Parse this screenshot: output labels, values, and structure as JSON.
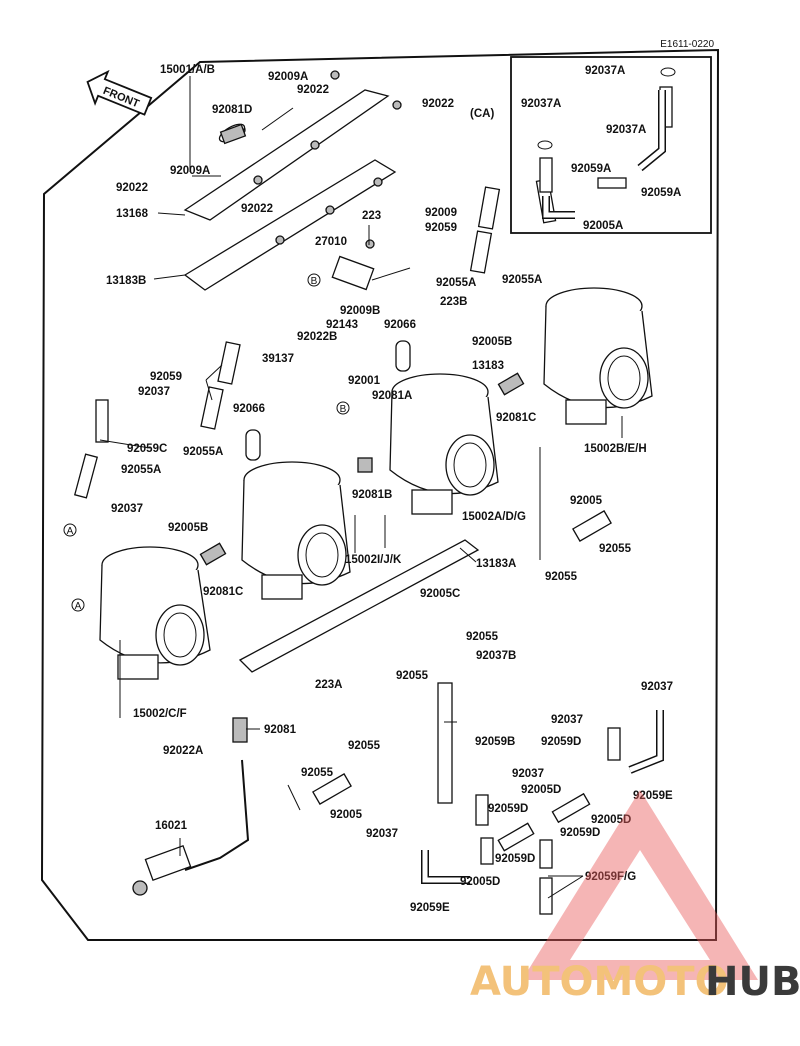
{
  "diagram": {
    "reference_code": "E1611-0220",
    "front_label": "FRONT",
    "inset_label": "(CA)",
    "circle_marker_a": "A",
    "circle_marker_b": "B",
    "parts": {
      "p15001": "15001/A/B",
      "p92009A_top": "92009A",
      "p92022_a": "92022",
      "p92022_b": "92022",
      "p92081D": "92081D",
      "p92009A_left": "92009A",
      "p92022_c": "92022",
      "p13168": "13168",
      "p92022_d": "92022",
      "p92009": "92009",
      "p223": "223",
      "p92059_upper": "92059",
      "p27010": "27010",
      "p13183B": "13183B",
      "p92009B": "92009B",
      "p92055A_1": "92055A",
      "p92055A_2": "92055A",
      "p223B": "223B",
      "p92143": "92143",
      "p92066_a": "92066",
      "p92022B": "92022B",
      "p92005B_a": "92005B",
      "p13183": "13183",
      "p39137": "39137",
      "p92059_left": "92059",
      "p92037_left": "92037",
      "p92001": "92001",
      "p92081A": "92081A",
      "p92066_b": "92066",
      "p92081C_a": "92081C",
      "p15002BEH": "15002B/E/H",
      "p92059C": "92059C",
      "p92055A_3": "92055A",
      "p92055A_4": "92055A",
      "p92037_b": "92037",
      "p92005B_b": "92005B",
      "p92081B": "92081B",
      "p15002ADG": "15002A/D/G",
      "p92005_a": "92005",
      "p92055_a": "92055",
      "p92055_b": "92055",
      "p15002IJK": "15002I/J/K",
      "p13183A": "13183A",
      "p92081C_b": "92081C",
      "p92005C": "92005C",
      "p92055_c": "92055",
      "p92037B": "92037B",
      "p92055_d": "92055",
      "p223A": "223A",
      "p15002CF": "15002/C/F",
      "p92081": "92081",
      "p92022A": "92022A",
      "p92055_e": "92055",
      "p92055_f": "92055",
      "p92005_b": "92005",
      "p92059B": "92059B",
      "p92037_c": "92037",
      "p92037_d": "92037",
      "p92059D_a": "92059D",
      "p92037_e": "92037",
      "p92005D_a": "92005D",
      "p92059D_b": "92059D",
      "p92059D_c": "92059D",
      "p92005D_b": "92005D",
      "p92059E_a": "92059E",
      "p92037_f": "92037",
      "p16021": "16021",
      "p92059D_d": "92059D",
      "p92005D_c": "92005D",
      "p92059FG": "92059F/G",
      "p92059E_b": "92059E",
      "p92037A_1": "92037A",
      "p92037A_2": "92037A",
      "p92037A_3": "92037A",
      "p92059A_1": "92059A",
      "p92059A_2": "92059A",
      "p92005A": "92005A"
    }
  },
  "watermark": {
    "part1": "AUTOMOTO",
    "part2": "HUB",
    "color_part1": "#f3c27a",
    "color_part2": "#3a3a3a",
    "triangle_color": "#e85a5a"
  }
}
